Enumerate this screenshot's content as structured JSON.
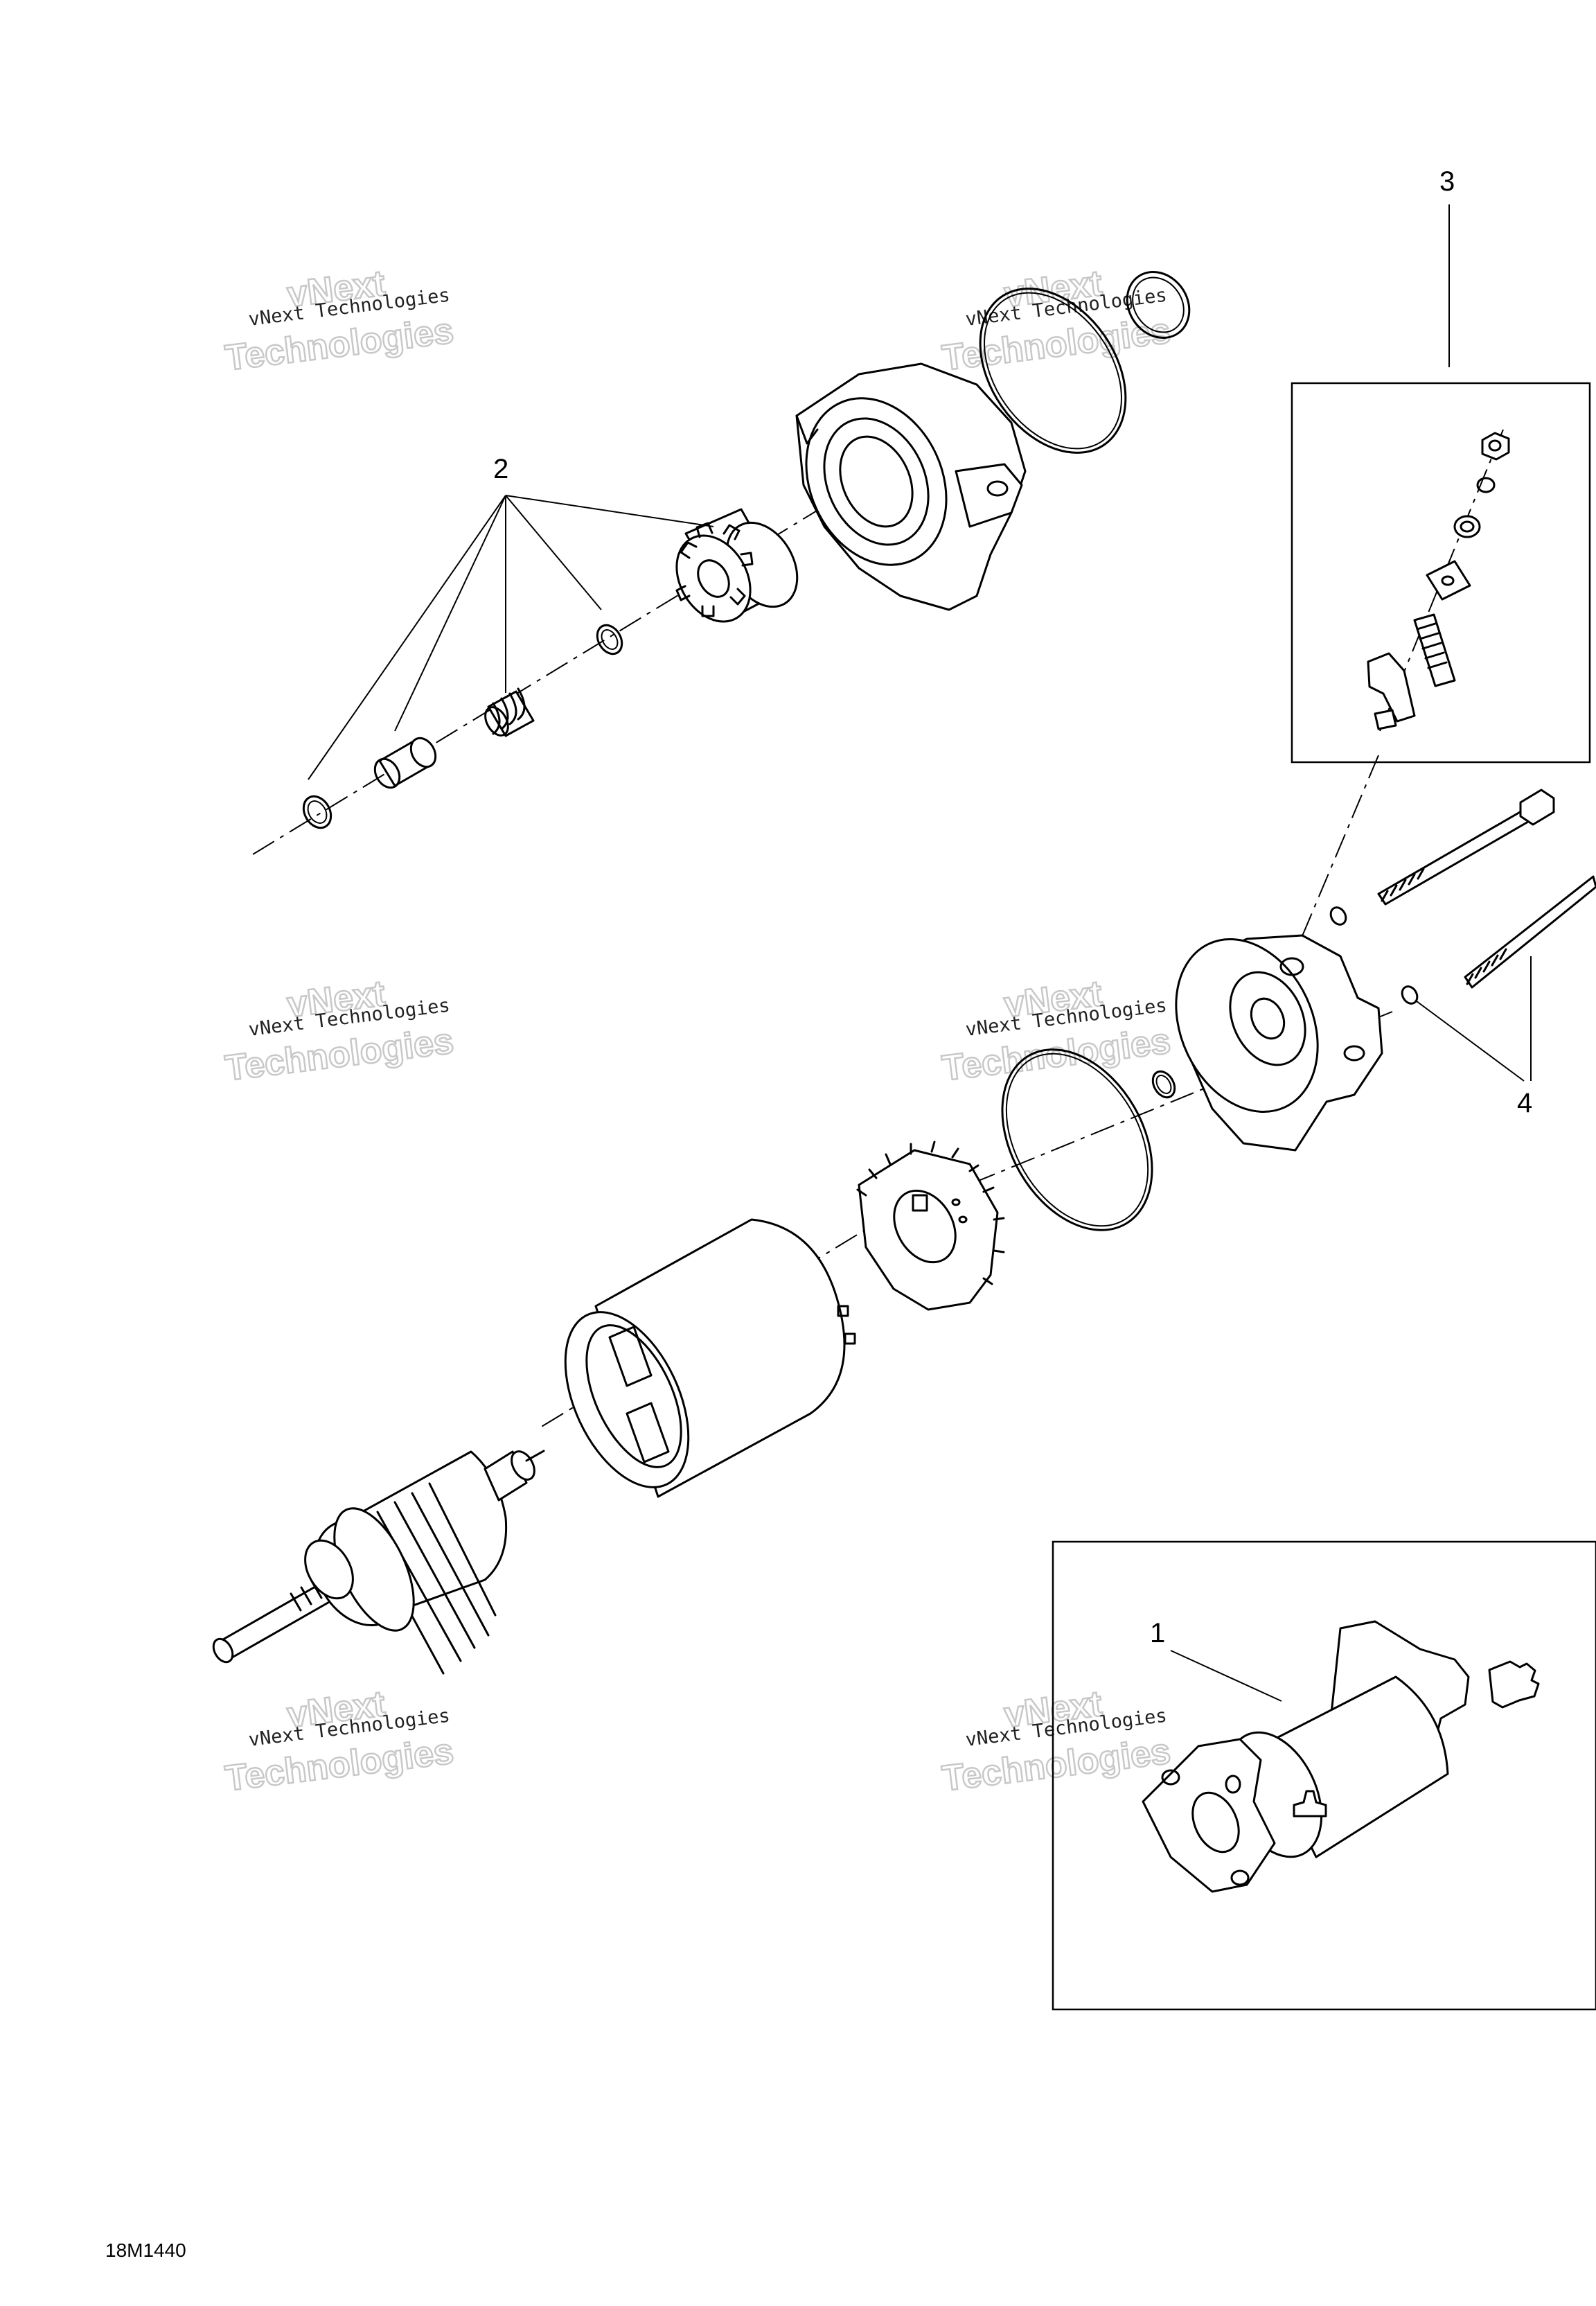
{
  "callouts": {
    "c1": "1",
    "c2": "2",
    "c3": "3",
    "c4": "4"
  },
  "figure_id": "18M1440",
  "watermark": {
    "brand": "vNext",
    "full": "vNext Technologies",
    "word": "Technologies"
  }
}
